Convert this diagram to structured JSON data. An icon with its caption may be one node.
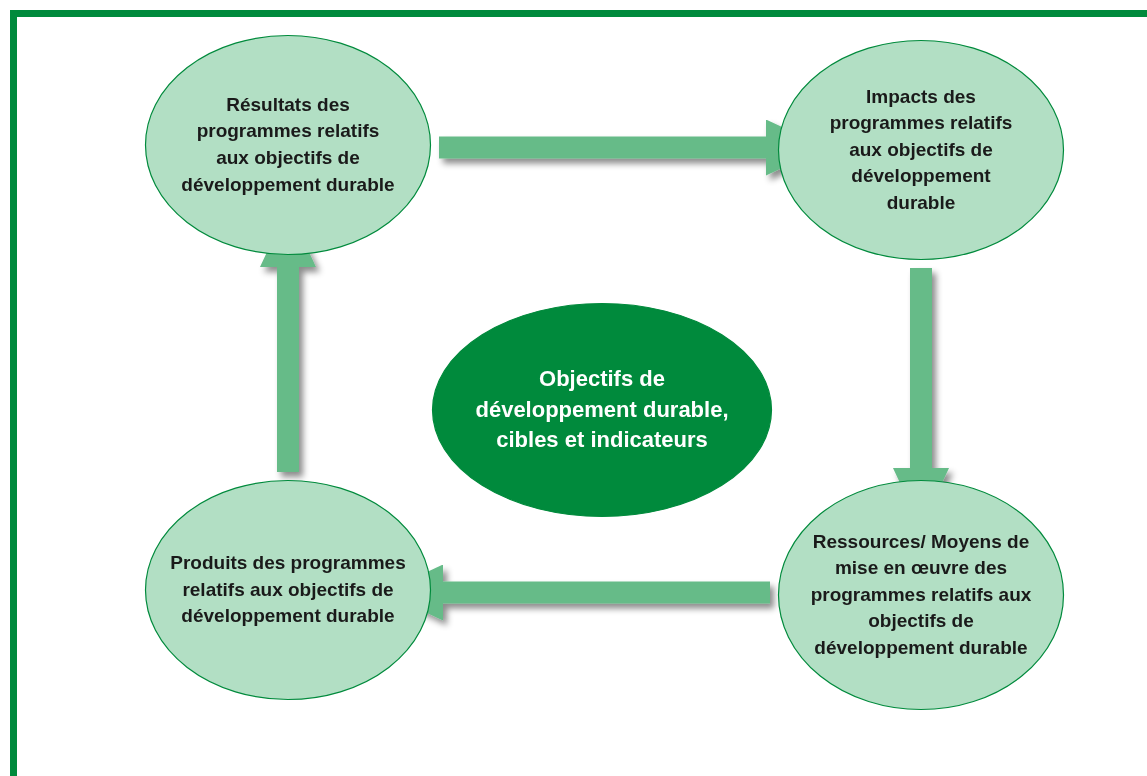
{
  "diagram": {
    "nodes": [
      {
        "text": [
          "Résultats des programmes relatifs aux objectifs de développement durable"
        ]
      },
      {
        "text": [
          "Impacts des programmes relatifs aux objectifs de développement durable"
        ]
      },
      {
        "text": [
          "Objectifs de développement durable, cibles et indicateurs"
        ]
      },
      {
        "text": [
          "Ressources/ Moyens de mise en œuvre des programmes relatifs aux objectifs de développement durable"
        ]
      },
      {
        "text": [
          "Produits des programmes relatifs aux objectifs de développement durable"
        ]
      }
    ],
    "edges": [
      {
        "from": 0,
        "to": 1,
        "arrow": "to"
      },
      {
        "from": 1,
        "to": 3,
        "arrow": "to"
      },
      {
        "from": 3,
        "to": 4,
        "arrow": "to"
      },
      {
        "from": 4,
        "to": 0,
        "arrow": "to"
      }
    ]
  }
}
